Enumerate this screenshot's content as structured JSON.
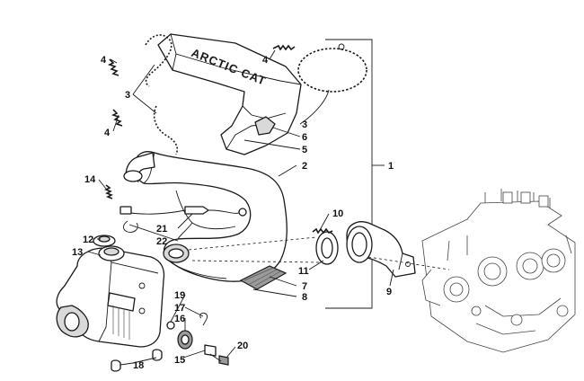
{
  "diagram": {
    "shield_logo": "ARCTIC CAT",
    "callouts": {
      "c1": "1",
      "c2": "2",
      "c3a": "3",
      "c3b": "3",
      "c4a": "4",
      "c4b": "4",
      "c4c": "4",
      "c5": "5",
      "c6": "6",
      "c7": "7",
      "c8": "8",
      "c9": "9",
      "c10": "10",
      "c11": "11",
      "c12": "12",
      "c13": "13",
      "c14": "14",
      "c15": "15",
      "c16": "16",
      "c17": "17",
      "c18": "18",
      "c19": "19",
      "c20": "20",
      "c21": "21",
      "c22": "22"
    }
  }
}
